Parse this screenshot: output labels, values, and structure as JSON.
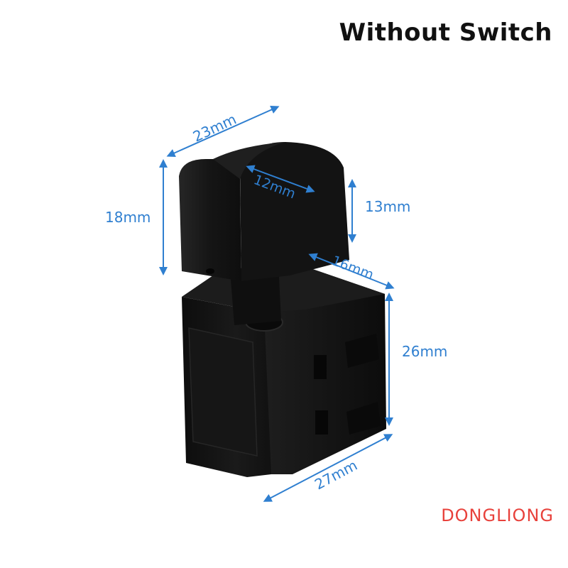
{
  "header": {
    "title": "Without Switch"
  },
  "brand": {
    "name": "DONGLIONG",
    "color": "#e8413b"
  },
  "colors": {
    "dimension": "#2f7fd0",
    "product": "#141414"
  },
  "dimensions": {
    "top_width": "23mm",
    "button_depth": "12mm",
    "button_height": "13mm",
    "trigger_height": "18mm",
    "body_depth": "16mm",
    "body_height": "26mm",
    "body_width": "27mm"
  }
}
